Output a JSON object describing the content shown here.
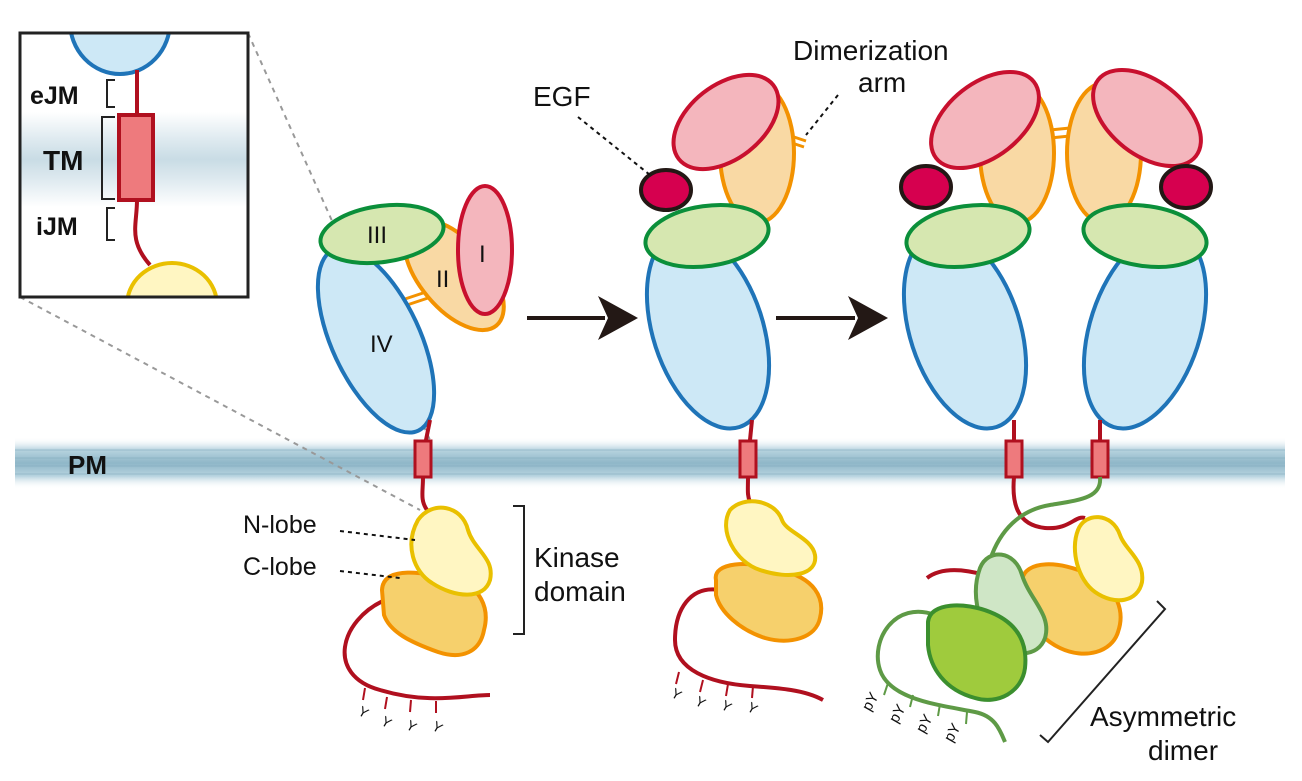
{
  "labels": {
    "domain_I": "I",
    "domain_II": "II",
    "domain_III": "III",
    "domain_IV": "IV",
    "egf": "EGF",
    "dimerization_arm_line1": "Dimerization",
    "dimerization_arm_line2": "arm",
    "pm": "PM",
    "n_lobe": "N-lobe",
    "c_lobe": "C-lobe",
    "kinase_line1": "Kinase",
    "kinase_line2": "domain",
    "asym_line1": "Asymmetric",
    "asym_line2": "dimer"
  },
  "inset": {
    "ejm": "eJM",
    "tm": "TM",
    "ijm": "iJM"
  },
  "tyrosine": "Y",
  "phosphotyrosine": "pY",
  "colors": {
    "domain_I_fill": "#f4b6bd",
    "domain_I_stroke": "#c8102e",
    "domain_II_fill": "#f9d9a4",
    "domain_II_stroke": "#f39200",
    "domain_III_fill": "#d6e7b0",
    "domain_III_stroke": "#0b8f3a",
    "domain_IV_fill": "#cde8f6",
    "domain_IV_stroke": "#1f74b8",
    "egf_fill": "#d6004f",
    "n_lobe_fill": "#fff6c2",
    "n_lobe_stroke": "#e9c000",
    "c_lobe_fill": "#f6d06c",
    "c_lobe_stroke": "#f39200",
    "tail": "#b0101f",
    "membrane": "#9fc3d3",
    "green_tail": "#5e9a46",
    "green_n_lobe_fill": "#cfe6c6",
    "green_c_lobe_fill": "#9fcb3d",
    "green_stroke": "#3b8f2e"
  }
}
